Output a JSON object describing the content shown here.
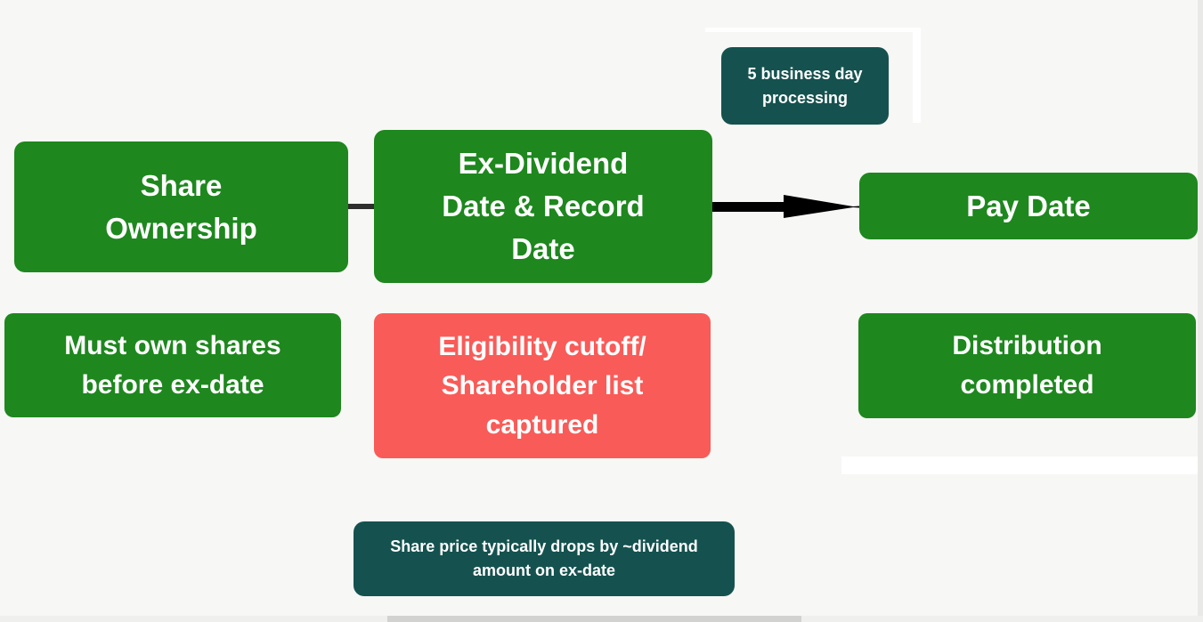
{
  "canvas": {
    "background": "#f7f7f5"
  },
  "palette": {
    "node_green": "#1e871e",
    "node_red": "#f95b58",
    "note_teal": "#15524f",
    "label_text": "#ffffff",
    "connector": "#2e2e2e",
    "arrow": "#000000",
    "scrollbar_track": "#efefed",
    "scrollbar_thumb": "#d2d2d0",
    "frame_white": "#ffffff"
  },
  "flow": {
    "main_nodes": [
      {
        "label": "Share\nOwnership"
      },
      {
        "label": "Ex-Dividend\nDate & Record\nDate"
      },
      {
        "label": "Pay Date"
      }
    ],
    "detail_nodes": [
      {
        "label": "Must own shares\nbefore ex-date"
      },
      {
        "label": "Eligibility cutoff/\nShareholder list\ncaptured"
      },
      {
        "label": "Distribution\ncompleted"
      }
    ],
    "annotations": [
      {
        "label": "5 business day\nprocessing"
      },
      {
        "label": "Share price typically drops by ~dividend\namount on ex-date"
      }
    ]
  }
}
